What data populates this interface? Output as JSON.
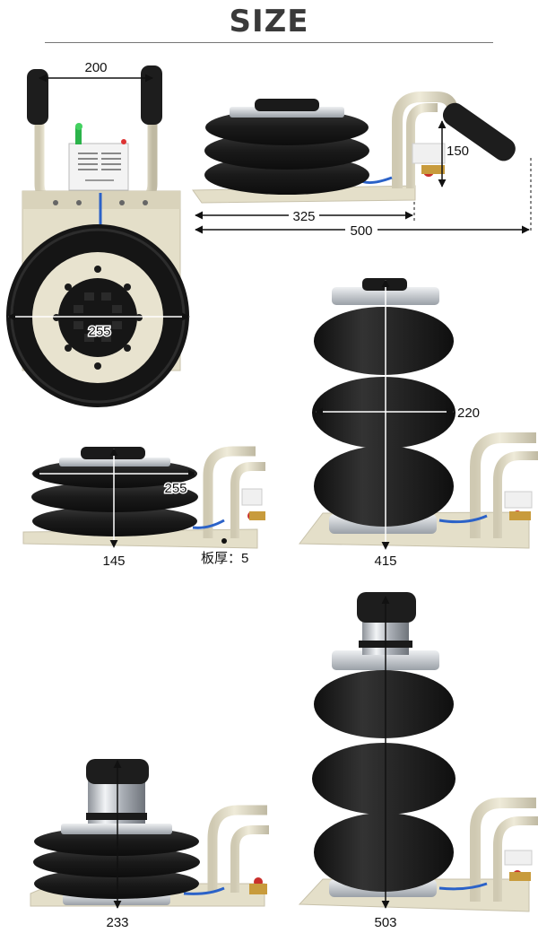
{
  "title": "SIZE",
  "dimensions": {
    "handle_width": "200",
    "base_length": "325",
    "overall_length": "500",
    "handle_height": "150",
    "pad_diameter_top": "255",
    "bellows_diameter_tall": "220",
    "pad_diameter_side": "255",
    "min_height": "145",
    "plate_thickness": "板厚：5",
    "max_height_extended": "415",
    "height_with_extension_min": "233",
    "height_with_extension_max": "503"
  },
  "colors": {
    "rubber": "#1b1b1b",
    "frame": "#e4dfc9",
    "metal": "#c9ccd1",
    "accent_blue": "#2b62c8"
  }
}
